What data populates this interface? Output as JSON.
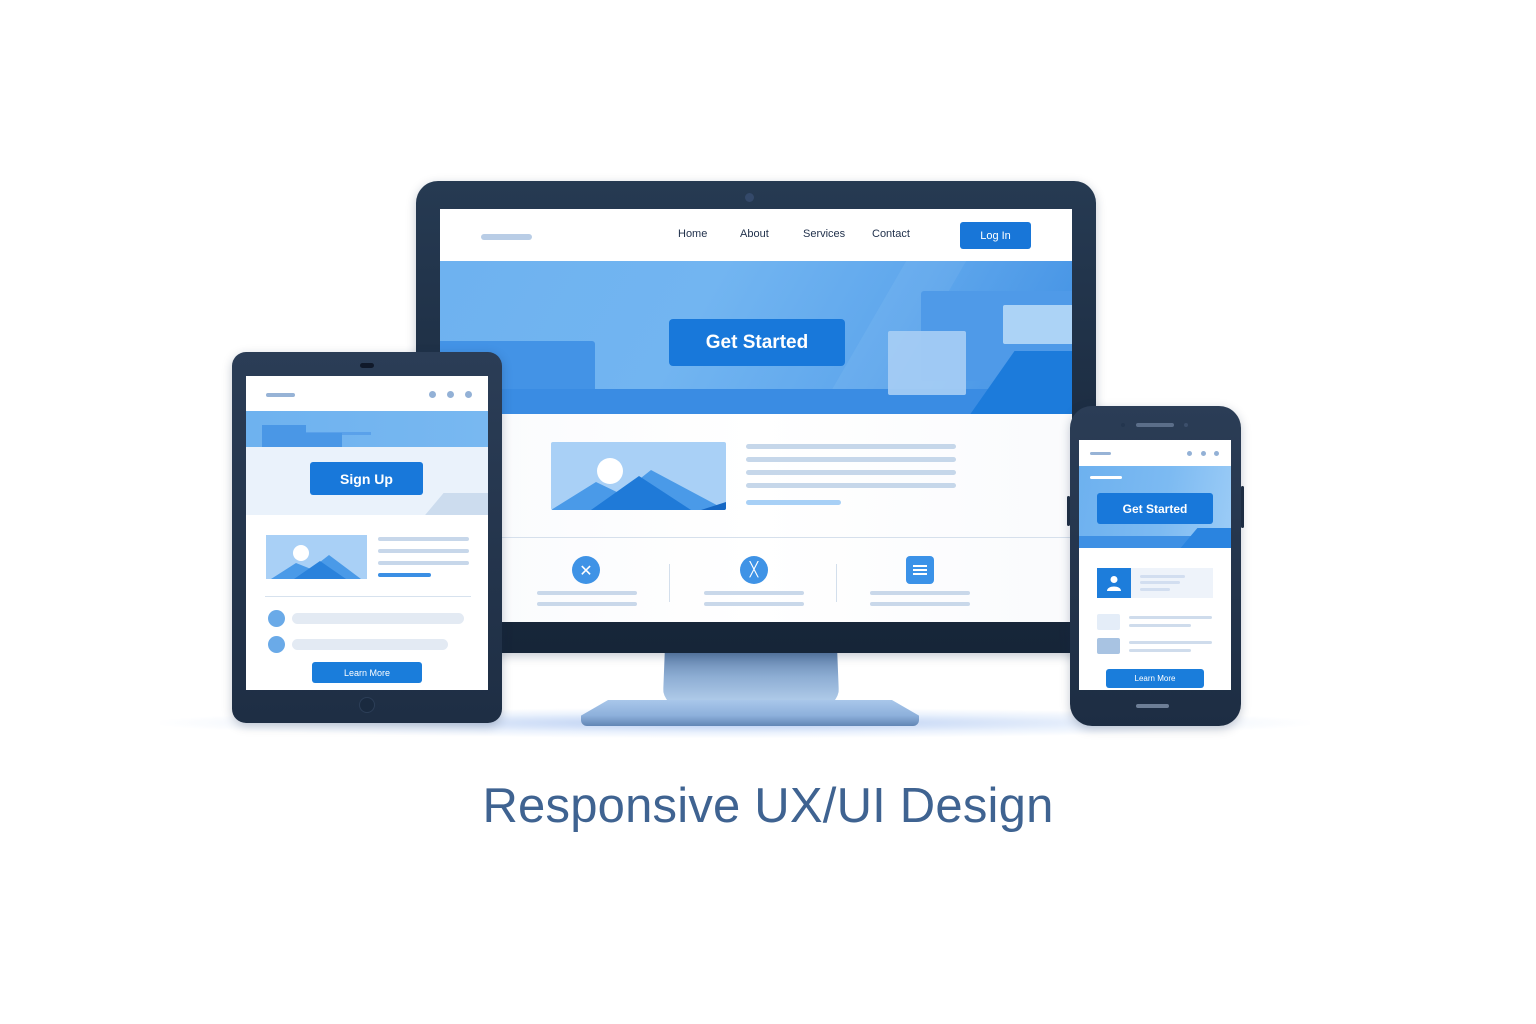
{
  "caption": "Responsive UX/UI Design",
  "colors": {
    "accent": "#1878da",
    "device_frame": "#1e2e44",
    "hero_blue": "#6eb2f0",
    "caption_text": "#3f6391"
  },
  "desktop": {
    "nav": {
      "links": [
        "Home",
        "About",
        "Services",
        "Contact"
      ],
      "login_label": "Log In"
    },
    "hero": {
      "cta_label": "Get Started"
    },
    "features": [
      {
        "icon": "tools-icon"
      },
      {
        "icon": "compass-icon"
      },
      {
        "icon": "chat-icon"
      }
    ]
  },
  "tablet": {
    "hero": {
      "cta_label": "Sign Up"
    },
    "footer_button_label": "Learn More"
  },
  "phone": {
    "hero": {
      "cta_label": "Get Started"
    },
    "footer_button_label": "Learn More"
  }
}
